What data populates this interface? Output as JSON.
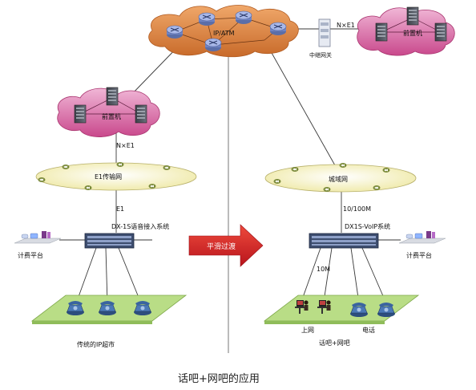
{
  "labels": {
    "core": "IP/ATM",
    "nxe1_top": "N×E1",
    "trunk_gateway": "中继网关",
    "front_top_right": "前置机",
    "front_left": "前置机",
    "nxe1_left": "N×E1",
    "e1_net": "E1传输网",
    "e1": "E1",
    "dx1s_left": "DX-1S语音接入系统",
    "billing_left": "计费平台",
    "traditional": "传统的IP超市",
    "metro": "城域网",
    "speed": "10/100M",
    "dx1s_right": "DX1S-VoIP系统",
    "billing_right": "计费平台",
    "ten_m": "10M",
    "surf": "上网",
    "phone": "电话",
    "combo": "话吧+网吧",
    "transition": "平滑过渡",
    "caption": "话吧+网吧的应用"
  },
  "colors": {
    "cloud": "#d6589a",
    "core_cloud": "#dd7a3a",
    "ellipse": "#f4f1c6",
    "platform": "#b9dd86",
    "arrow": "#d7232a"
  }
}
